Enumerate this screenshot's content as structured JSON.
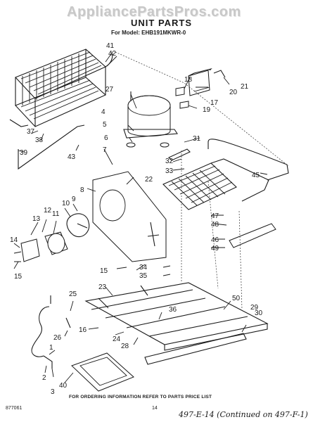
{
  "header": {
    "watermark": "AppliancePartsPros.com",
    "title": "UNIT PARTS",
    "model_line": "For Model: EHB191MKWR-0"
  },
  "footer": {
    "ordering_note": "FOR ORDERING INFORMATION REFER TO PARTS PRICE LIST",
    "page_number": "14",
    "doc_number": "877061",
    "handwritten_note": "497-E-14 (Continued on 497-F-1)"
  },
  "callouts": [
    "1",
    "2",
    "3",
    "4",
    "5",
    "6",
    "7",
    "8",
    "9",
    "10",
    "11",
    "12",
    "13",
    "14",
    "15",
    "15",
    "16",
    "17",
    "18",
    "19",
    "20",
    "21",
    "22",
    "23",
    "24",
    "25",
    "26",
    "27",
    "28",
    "29",
    "30",
    "31",
    "32",
    "33",
    "34",
    "35",
    "36",
    "37",
    "38",
    "39",
    "40",
    "41",
    "42",
    "43",
    "45",
    "46",
    "47",
    "48",
    "49",
    "50"
  ]
}
